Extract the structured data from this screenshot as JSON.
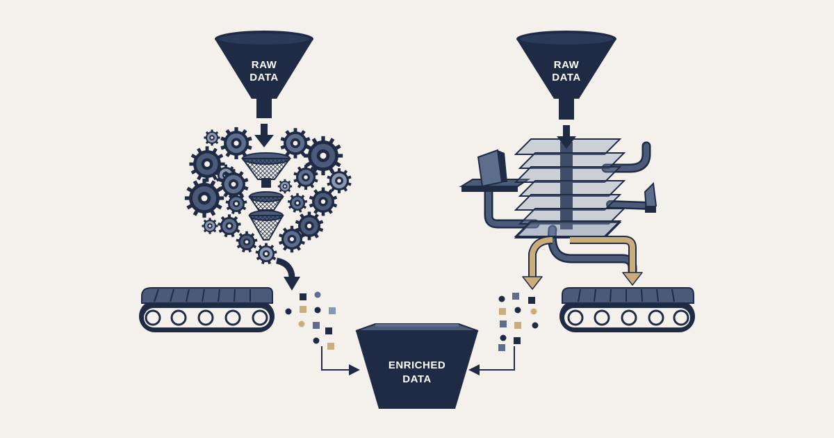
{
  "left_funnel": {
    "line1": "RAW",
    "line2": "DATA"
  },
  "right_funnel": {
    "line1": "RAW",
    "line2": "DATA"
  },
  "output_container": {
    "line1": "ENRICHED",
    "line2": "DATA"
  },
  "colors": {
    "background": "#f4f1ec",
    "navy": "#1f2a44",
    "slate": "#4a5a78",
    "steel": "#5d6d8c",
    "light_slate": "#8a97b0",
    "gold": "#c9ad7a",
    "pane": "#7f8fb0"
  },
  "icons": [
    "funnel-icon",
    "gear-icon",
    "sieve-icon",
    "conveyor-belt-icon",
    "stacked-layers-icon",
    "pipe-icon",
    "arrow-icon",
    "data-particle-icon",
    "trapezoid-container-icon"
  ]
}
